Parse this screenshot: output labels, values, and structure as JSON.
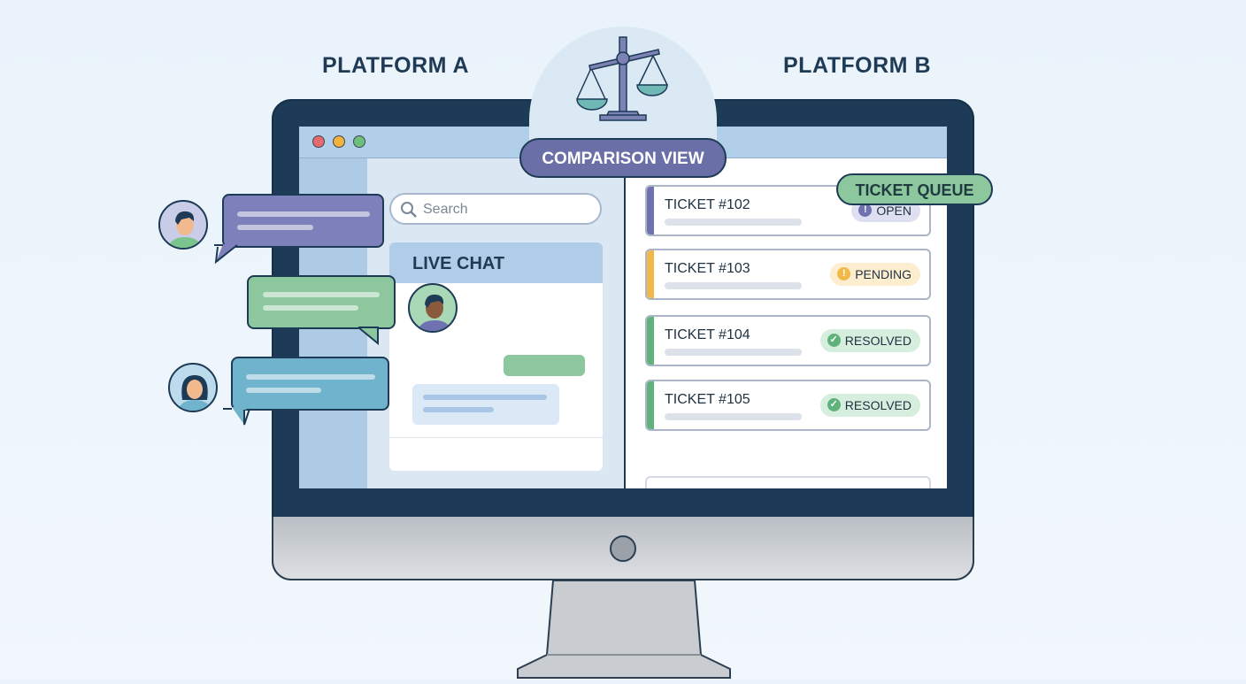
{
  "labels": {
    "platform_a": "PLATFORM A",
    "platform_b": "PLATFORM B"
  },
  "comparison_button": "COMPARISON VIEW",
  "ticket_queue_label": "TICKET QUEUE",
  "search": {
    "placeholder": "Search"
  },
  "live_chat": {
    "title": "LIVE CHAT"
  },
  "tickets": [
    {
      "title": "TICKET #102",
      "status": "OPEN",
      "icon": "!",
      "color": "#6f71b0",
      "bg": "#dedff0"
    },
    {
      "title": "TICKET #103",
      "status": "PENDING",
      "icon": "!",
      "color": "#f2b94a",
      "bg": "#fdeed0"
    },
    {
      "title": "TICKET #104",
      "status": "RESOLVED",
      "icon": "✓",
      "color": "#5fb27a",
      "bg": "#d6eedd"
    },
    {
      "title": "TICKET #105",
      "status": "RESOLVED",
      "icon": "✓",
      "color": "#5fb27a",
      "bg": "#d6eedd"
    }
  ],
  "colors": {
    "bezel": "#1d3a56",
    "accent": "#6b6fa8",
    "green": "#8cc79d",
    "teal": "#6fb3cc"
  }
}
